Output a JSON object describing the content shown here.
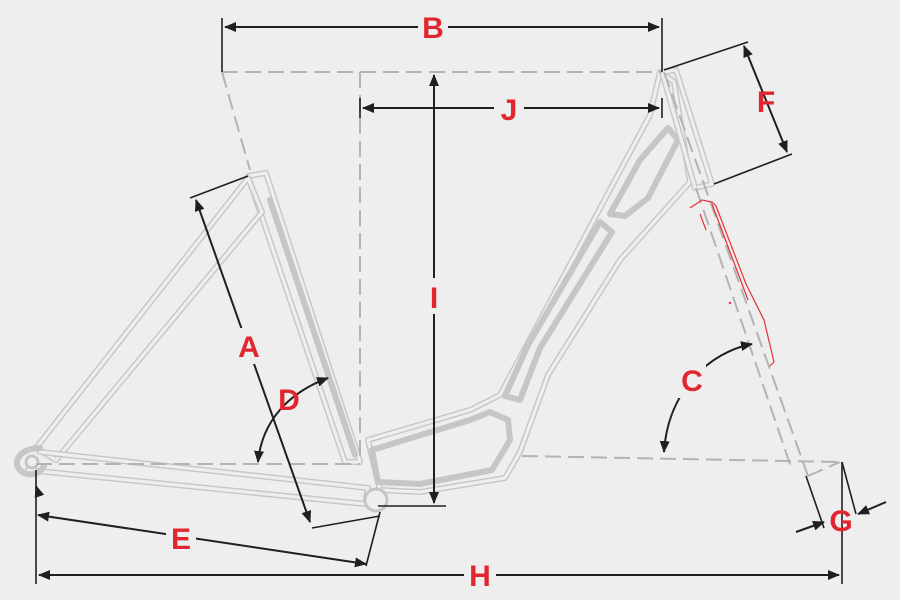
{
  "diagram": {
    "labels": {
      "A": "A",
      "B": "B",
      "C": "C",
      "D": "D",
      "E": "E",
      "F": "F",
      "G": "G",
      "H": "H",
      "I": "I",
      "J": "J"
    }
  },
  "colors": {
    "background": "#eeeeee",
    "frame": "#c6c6c6",
    "dimension": "#1f1f1f",
    "label": "#e2262f",
    "construction": "#b3b3b3"
  }
}
